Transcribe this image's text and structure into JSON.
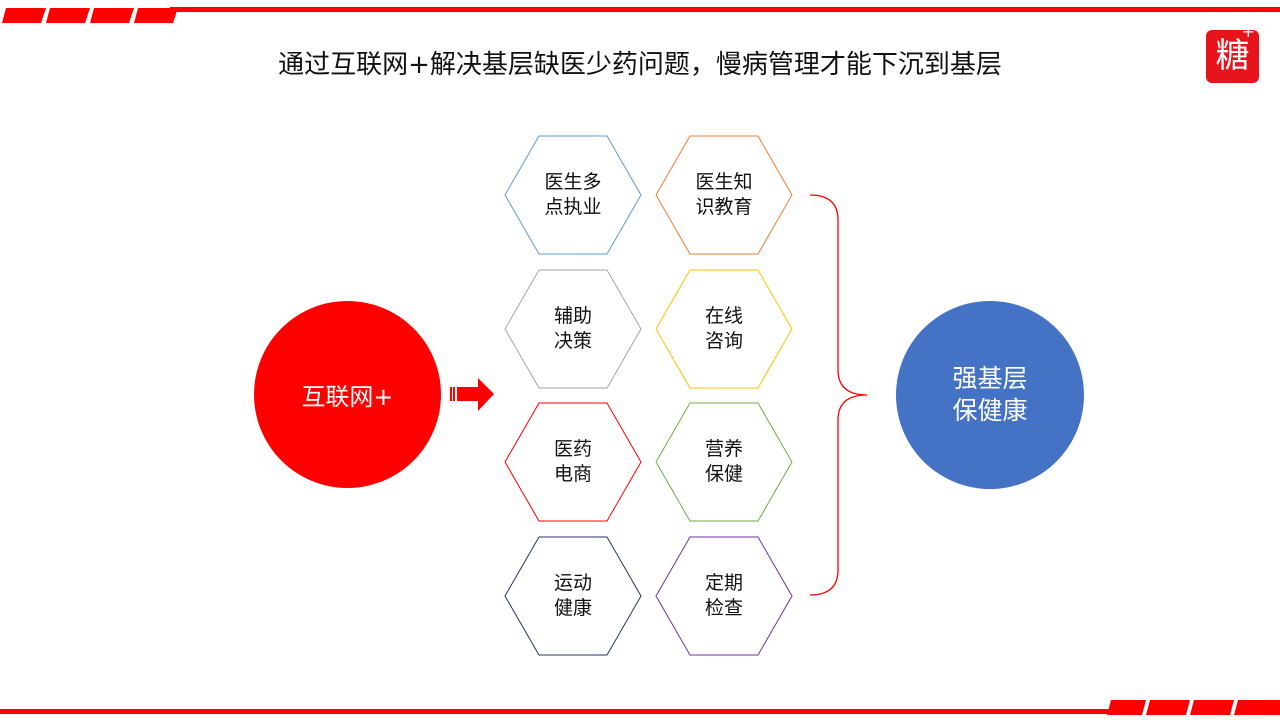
{
  "title": "通过互联网+解决基层缺医少药问题，慢病管理才能下沉到基层",
  "logo": {
    "char": "糖",
    "plus": "+"
  },
  "source_node": "互联网+",
  "target_node": {
    "line1": "强基层",
    "line2": "保健康"
  },
  "hexagons": [
    {
      "line1": "医生多",
      "line2": "点执业",
      "color": "#5b9bd5"
    },
    {
      "line1": "医生知",
      "line2": "识教育",
      "color": "#ed7d31"
    },
    {
      "line1": "辅助",
      "line2": "决策",
      "color": "#a5a5a5"
    },
    {
      "line1": "在线",
      "line2": "咨询",
      "color": "#ffc000"
    },
    {
      "line1": "医药",
      "line2": "电商",
      "color": "#ff0000"
    },
    {
      "line1": "营养",
      "line2": "保健",
      "color": "#70ad47"
    },
    {
      "line1": "运动",
      "line2": "健康",
      "color": "#1f3864"
    },
    {
      "line1": "定期",
      "line2": "检查",
      "color": "#7030a0"
    }
  ],
  "colors": {
    "accent": "#ff0000",
    "target": "#4472c4"
  }
}
